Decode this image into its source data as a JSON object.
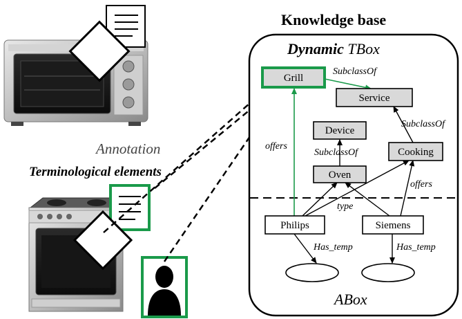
{
  "knowledge_base": {
    "title": "Knowledge base",
    "tbox_bold": "Dynamic",
    "tbox_rest": " TBox",
    "abox": "ABox"
  },
  "left": {
    "annotation": "Annotation",
    "terminological": "Terminological elements"
  },
  "nodes": {
    "grill": "Grill",
    "service": "Service",
    "device": "Device",
    "cooking": "Cooking",
    "oven": "Oven",
    "philips": "Philips",
    "siemens": "Siemens"
  },
  "edges": {
    "subclass_grill_service": "SubclassOf",
    "subclass_cooking_service": "SubclassOf",
    "subclass_oven_device": "SubclassOf",
    "offers_philips_grill": "offers",
    "offers_siemens_cooking": "offers",
    "type_label": "type",
    "has_temp_philips": "Has_temp",
    "has_temp_siemens": "Has_temp"
  },
  "colors": {
    "green": "#1a9a4a",
    "node_fill": "#d9d9d9",
    "black": "#000000"
  },
  "icons": [
    "oven-appliance-icon",
    "stove-appliance-icon",
    "document-icon",
    "user-silhouette-icon",
    "diamond-annotation-icon"
  ]
}
